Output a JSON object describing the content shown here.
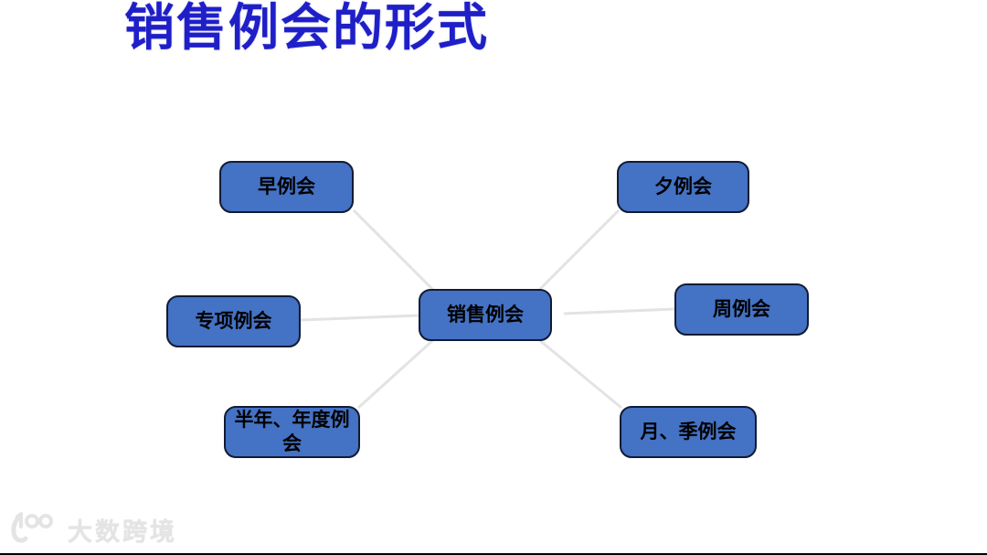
{
  "slide": {
    "title": "销售例会的形式"
  },
  "diagram": {
    "center": {
      "label": "销售例会"
    },
    "nodes": [
      {
        "id": "morning-meeting",
        "label": "早例会",
        "position": "top-left"
      },
      {
        "id": "evening-meeting",
        "label": "夕例会",
        "position": "top-right"
      },
      {
        "id": "special-meeting",
        "label": "专项例会",
        "position": "middle-left"
      },
      {
        "id": "weekly-meeting",
        "label": "周例会",
        "position": "middle-right"
      },
      {
        "id": "halfyear-annual-meeting",
        "label": "半年、年度例会",
        "position": "bottom-left"
      },
      {
        "id": "month-quarter-meeting",
        "label": "月、季例会",
        "position": "bottom-right"
      }
    ],
    "colors": {
      "title": "#1F1FC8",
      "node_fill": "#4472C4",
      "node_border": "#111B33",
      "node_text": "#000000",
      "connector": "#E3E3E3",
      "background": "#FFFFFF"
    }
  },
  "watermark": {
    "logo": "100-swoosh-logo",
    "text": "大数跨境"
  }
}
